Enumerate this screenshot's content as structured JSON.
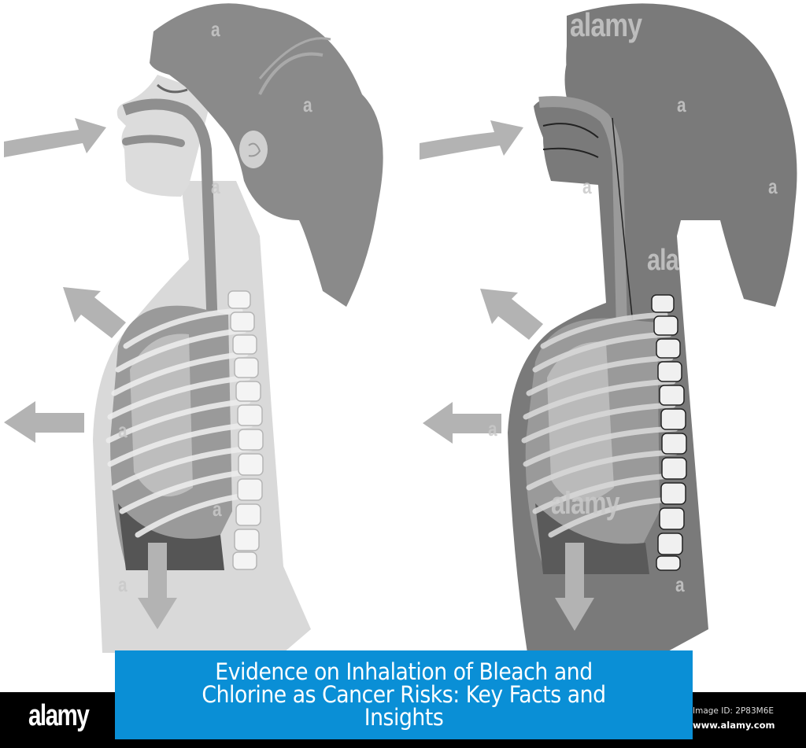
{
  "illustration": {
    "subject": "respiratory-system-breathing-diagram",
    "panels": [
      {
        "label": "inhale-light",
        "fill": "#d9d9d9"
      },
      {
        "label": "exhale-dark",
        "fill": "#7a7a7a"
      }
    ],
    "arrow_color": "#b3b3b3",
    "watermarks": [
      "a",
      "a",
      "a",
      "a",
      "a",
      "a",
      "a",
      "a",
      "a",
      "a",
      "alamy",
      "ala",
      "alamy"
    ]
  },
  "banner": {
    "title": "Evidence on Inhalation of Bleach and Chlorine as Cancer Risks: Key Facts and Insights",
    "color": "#0a8fd6"
  },
  "footer": {
    "logo": "alamy",
    "image_id": "Image ID: 2P83M6E",
    "url": "www.alamy.com"
  }
}
